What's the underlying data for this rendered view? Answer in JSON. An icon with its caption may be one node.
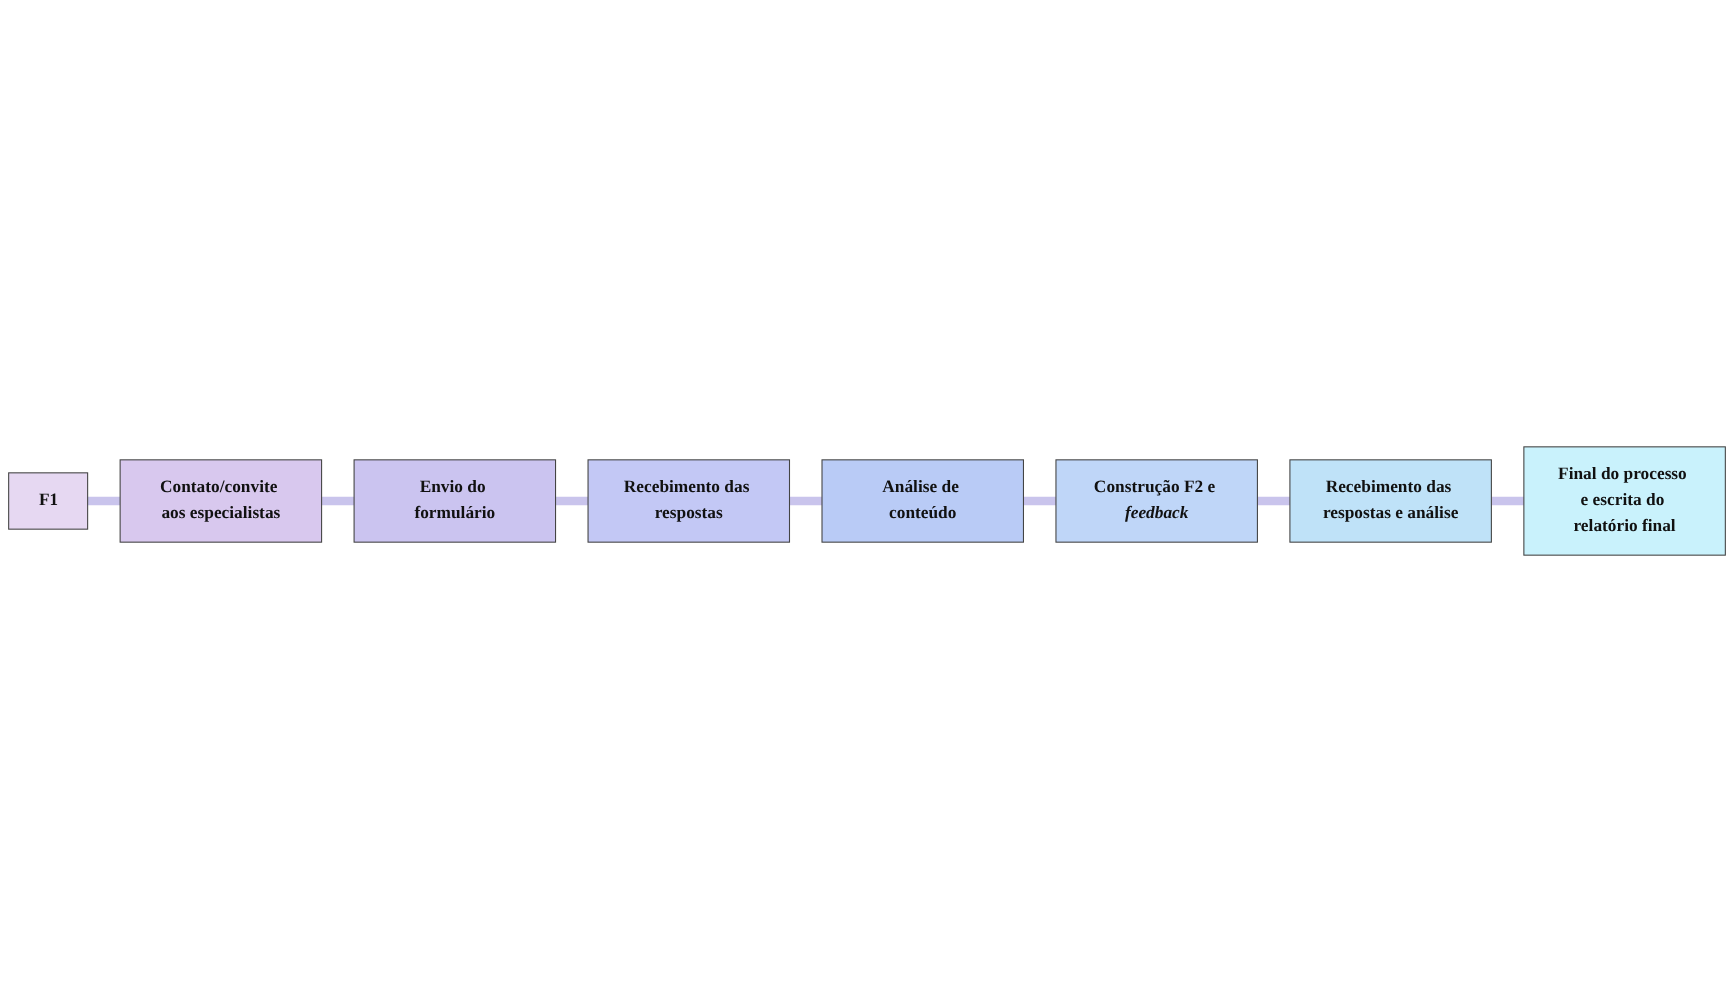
{
  "diagram": {
    "nodes": [
      {
        "text": [
          "F1"
        ]
      },
      {
        "text": [
          "Contato/convite aos especialistas"
        ]
      },
      {
        "text": [
          "Envio do formulário"
        ]
      },
      {
        "text": [
          "Recebimento das respostas"
        ]
      },
      {
        "text": [
          "Análise de conteúdo"
        ]
      },
      {
        "text": [
          "Construção F2 e *feedback*"
        ]
      },
      {
        "text": [
          "Recebimento das respostas e análise"
        ]
      },
      {
        "text": [
          "Final do processo e escrita do relatório final"
        ]
      }
    ],
    "edges": [
      {
        "from": 0,
        "to": 1,
        "arrow": "none"
      },
      {
        "from": 1,
        "to": 2,
        "arrow": "none"
      },
      {
        "from": 2,
        "to": 3,
        "arrow": "none"
      },
      {
        "from": 3,
        "to": 4,
        "arrow": "none"
      },
      {
        "from": 4,
        "to": 5,
        "arrow": "none"
      },
      {
        "from": 5,
        "to": 6,
        "arrow": "none"
      },
      {
        "from": 6,
        "to": 7,
        "arrow": "none"
      }
    ]
  }
}
